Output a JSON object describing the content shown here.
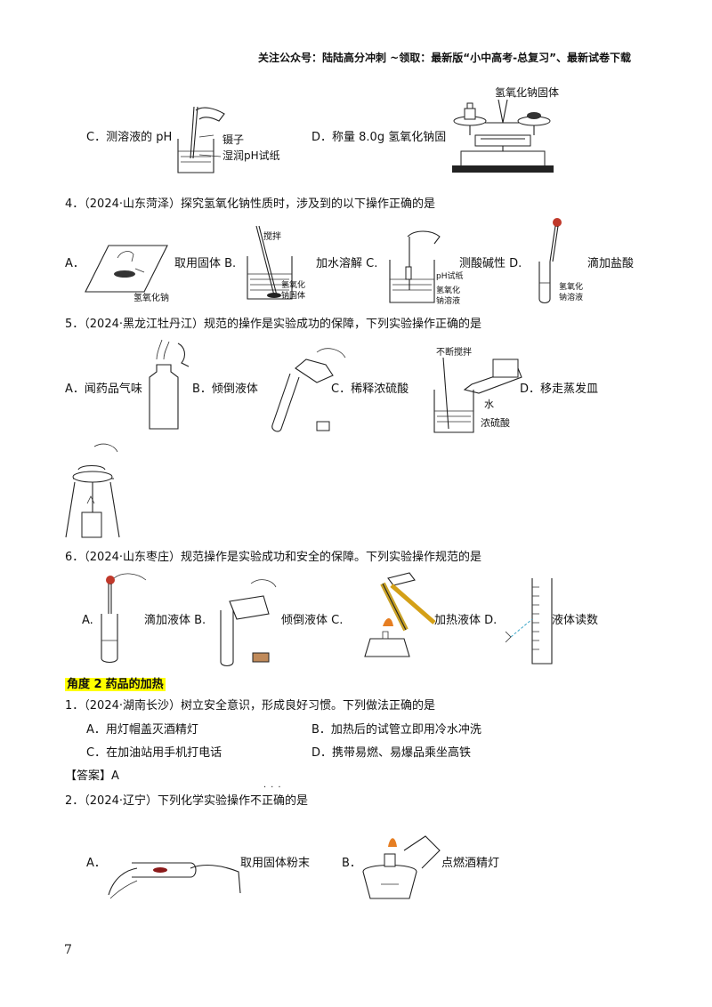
{
  "header": {
    "text": "关注公众号：陆陆高分冲刺  ~领取：最新版“小中高考-总复习”、最新试卷下载"
  },
  "q3": {
    "optC": "C．测溶液的 pH",
    "optC_labels": [
      "镊子",
      "湿润pH试纸"
    ],
    "optD": "D．称量 8.0g 氢氧化钠固",
    "optD_label": "氢氧化钠固体"
  },
  "q4": {
    "stem": "4．（2024·山东菏泽）探究氢氧化钠性质时，涉及到的以下操作正确的是",
    "a_prefix": "A．",
    "a_label": "氢氧化钠",
    "a_text": "取用固体 B.",
    "b_labels": [
      "搅拌",
      "氢氧化",
      "钠固体"
    ],
    "b_text": "加水溶解 C.",
    "c_labels": [
      "pH试纸",
      "氢氧化",
      "钠溶液"
    ],
    "c_text": "测酸碱性 D.",
    "d_labels": [
      "氢氧化",
      "钠溶液"
    ],
    "d_text": "滴加盐酸"
  },
  "q5": {
    "stem": "5．（2024·黑龙江牡丹江）规范的操作是实验成功的保障，下列实验操作正确的是",
    "a": "A．闻药品气味",
    "b": "B．倾倒液体",
    "c": "C．稀释浓硫酸",
    "c_labels": [
      "不断搅拌",
      "水",
      "浓硫酸"
    ],
    "d": "D．移走蒸发皿"
  },
  "q6": {
    "stem": "6．（2024·山东枣庄）规范操作是实验成功和安全的保障。下列实验操作规范的是",
    "a_prefix": "A.",
    "a_text": "滴加液体 B.",
    "b_text": "倾倒液体 C.",
    "c_text": "加热液体 D.",
    "d_text": "液体读数"
  },
  "section": {
    "label": "角度 2",
    "title": "药品的加热"
  },
  "p1": {
    "stem": "1．（2024·湖南长沙）树立安全意识，形成良好习惯。下列做法正确的是",
    "a": "A．用灯帽盖灭酒精灯",
    "b": "B．加热后的试管立即用冷水冲洗",
    "c": "C．在加油站用手机打电话",
    "d": "D．携带易燃、易爆品乘坐高铁",
    "answer": "【答案】A"
  },
  "p2": {
    "stem": "2．（2024·辽宁）下列化学实验操作不正确的是",
    "emphasis_dots": "···",
    "a_prefix": "A．",
    "a_text": "取用固体粉末",
    "b_prefix": "B．",
    "b_text": "点燃酒精灯"
  },
  "footer": {
    "page": "7"
  }
}
